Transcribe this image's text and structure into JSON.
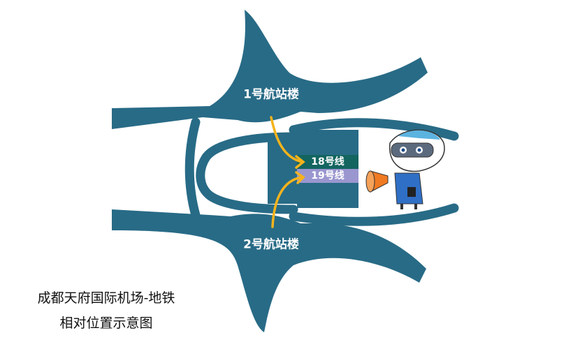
{
  "terminals": [
    {
      "label": "1号航站楼"
    },
    {
      "label": "2号航站楼"
    }
  ],
  "lines": [
    {
      "label": "18号线",
      "color": "#136560"
    },
    {
      "label": "19号线",
      "color": "#9a96cf"
    }
  ],
  "caption": {
    "line1": "成都天府国际机场-地铁",
    "line2": "相对位置示意图"
  },
  "colors": {
    "building": "#286b86",
    "arrow": "#f5b31c"
  },
  "mascot": {
    "icon": "robot-mascot-with-megaphone"
  }
}
